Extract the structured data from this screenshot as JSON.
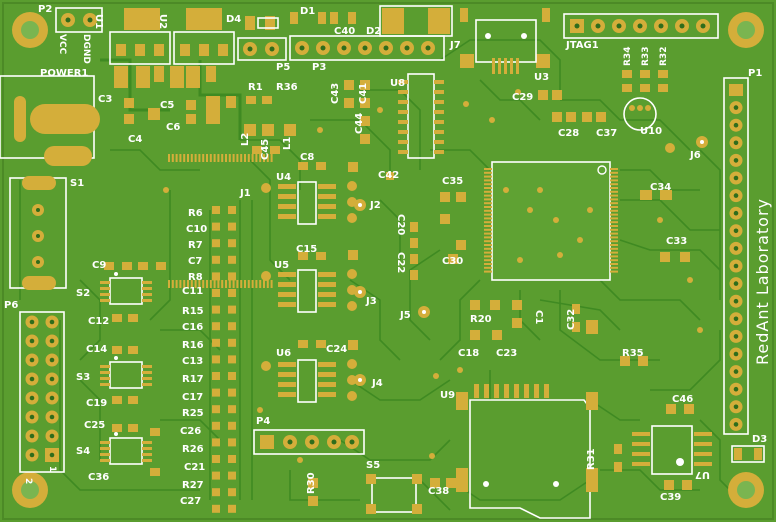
{
  "board": {
    "colors": {
      "substrate": "#5a9d2f",
      "copper_trace": "#3f8a22",
      "pad": "#d4ae3a",
      "silkscreen": "#ffffff",
      "hole": "#2f6d1c"
    },
    "vertical_text": "RedAnt Laboratory",
    "labels": {
      "P2": "P2",
      "VCC": "VCC",
      "DGND": "DGND",
      "U1": "U1",
      "U2": "U2",
      "D4": "D4",
      "D1": "D1",
      "C40": "C40",
      "D2": "D2",
      "J7": "J7",
      "JTAG1": "JTAG1",
      "P5": "P5",
      "P3": "P3",
      "U3": "U3",
      "R34": "R34",
      "R33": "R33",
      "R32": "R32",
      "P1": "P1",
      "POWER1": "POWER1",
      "C3": "C3",
      "C5": "C5",
      "C4": "C4",
      "C6": "C6",
      "R1": "R1",
      "R36": "R36",
      "L2": "L2",
      "C45": "C45",
      "L1": "L1",
      "C43": "C43",
      "C41": "C41",
      "C44": "C44",
      "U8": "U8",
      "C29": "C29",
      "C28": "C28",
      "C37": "C37",
      "U10": "U10",
      "J6": "J6",
      "S1": "S1",
      "C8": "C8",
      "U4": "U4",
      "J1": "J1",
      "J2": "J2",
      "C42": "C42",
      "C35": "C35",
      "C34": "C34",
      "R6": "R6",
      "C10": "C10",
      "R7": "R7",
      "C7": "C7",
      "R8": "R8",
      "C11": "C11",
      "R15": "R15",
      "C16": "C16",
      "R16": "R16",
      "C13": "C13",
      "R17": "R17",
      "C17": "C17",
      "R25": "R25",
      "C26": "C26",
      "R26": "R26",
      "C21": "C21",
      "R27": "R27",
      "C27": "C27",
      "C20": "C20",
      "C22": "C22",
      "C30": "C30",
      "C33": "C33",
      "C15": "C15",
      "U5": "U5",
      "J3": "J3",
      "C9": "C9",
      "S2": "S2",
      "C12": "C12",
      "P6": "P6",
      "J5": "J5",
      "R20": "R20",
      "C1": "C1",
      "C32": "C32",
      "C18": "C18",
      "C23": "C23",
      "R35": "R35",
      "C14": "C14",
      "S3": "S3",
      "C19": "C19",
      "C24": "C24",
      "U6": "U6",
      "J4": "J4",
      "U9": "U9",
      "C46": "C46",
      "P4": "P4",
      "C25": "C25",
      "S4": "S4",
      "C36": "C36",
      "D3": "D3",
      "R31": "R31",
      "U7": "U7",
      "C39": "C39",
      "S5": "S5",
      "R30": "R30",
      "C38": "C38",
      "P6_pin2": "2",
      "P6_pin1": "1"
    }
  }
}
